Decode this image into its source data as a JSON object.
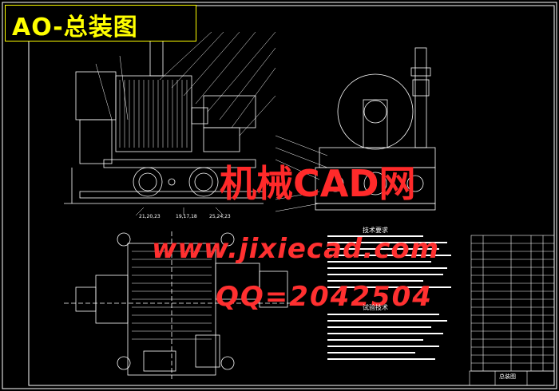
{
  "drawing": {
    "title": "AO-总装图",
    "background": "#000000",
    "line_color": "#ffffff",
    "frame_color": "#ffffff"
  },
  "watermarks": [
    {
      "text": "机械CAD网",
      "color": "#ff2a2a"
    },
    {
      "text": "www.jixiecad.com",
      "color": "#ff3030"
    },
    {
      "text": "QQ=2042504",
      "color": "#ff3030"
    }
  ],
  "notes": {
    "heading_1": "技术要求",
    "heading_2": "试验技术"
  },
  "title_block": {
    "label": "总装图"
  },
  "balloon_labels": [
    "21,20,23",
    "19,17,18",
    "25,24,23"
  ]
}
